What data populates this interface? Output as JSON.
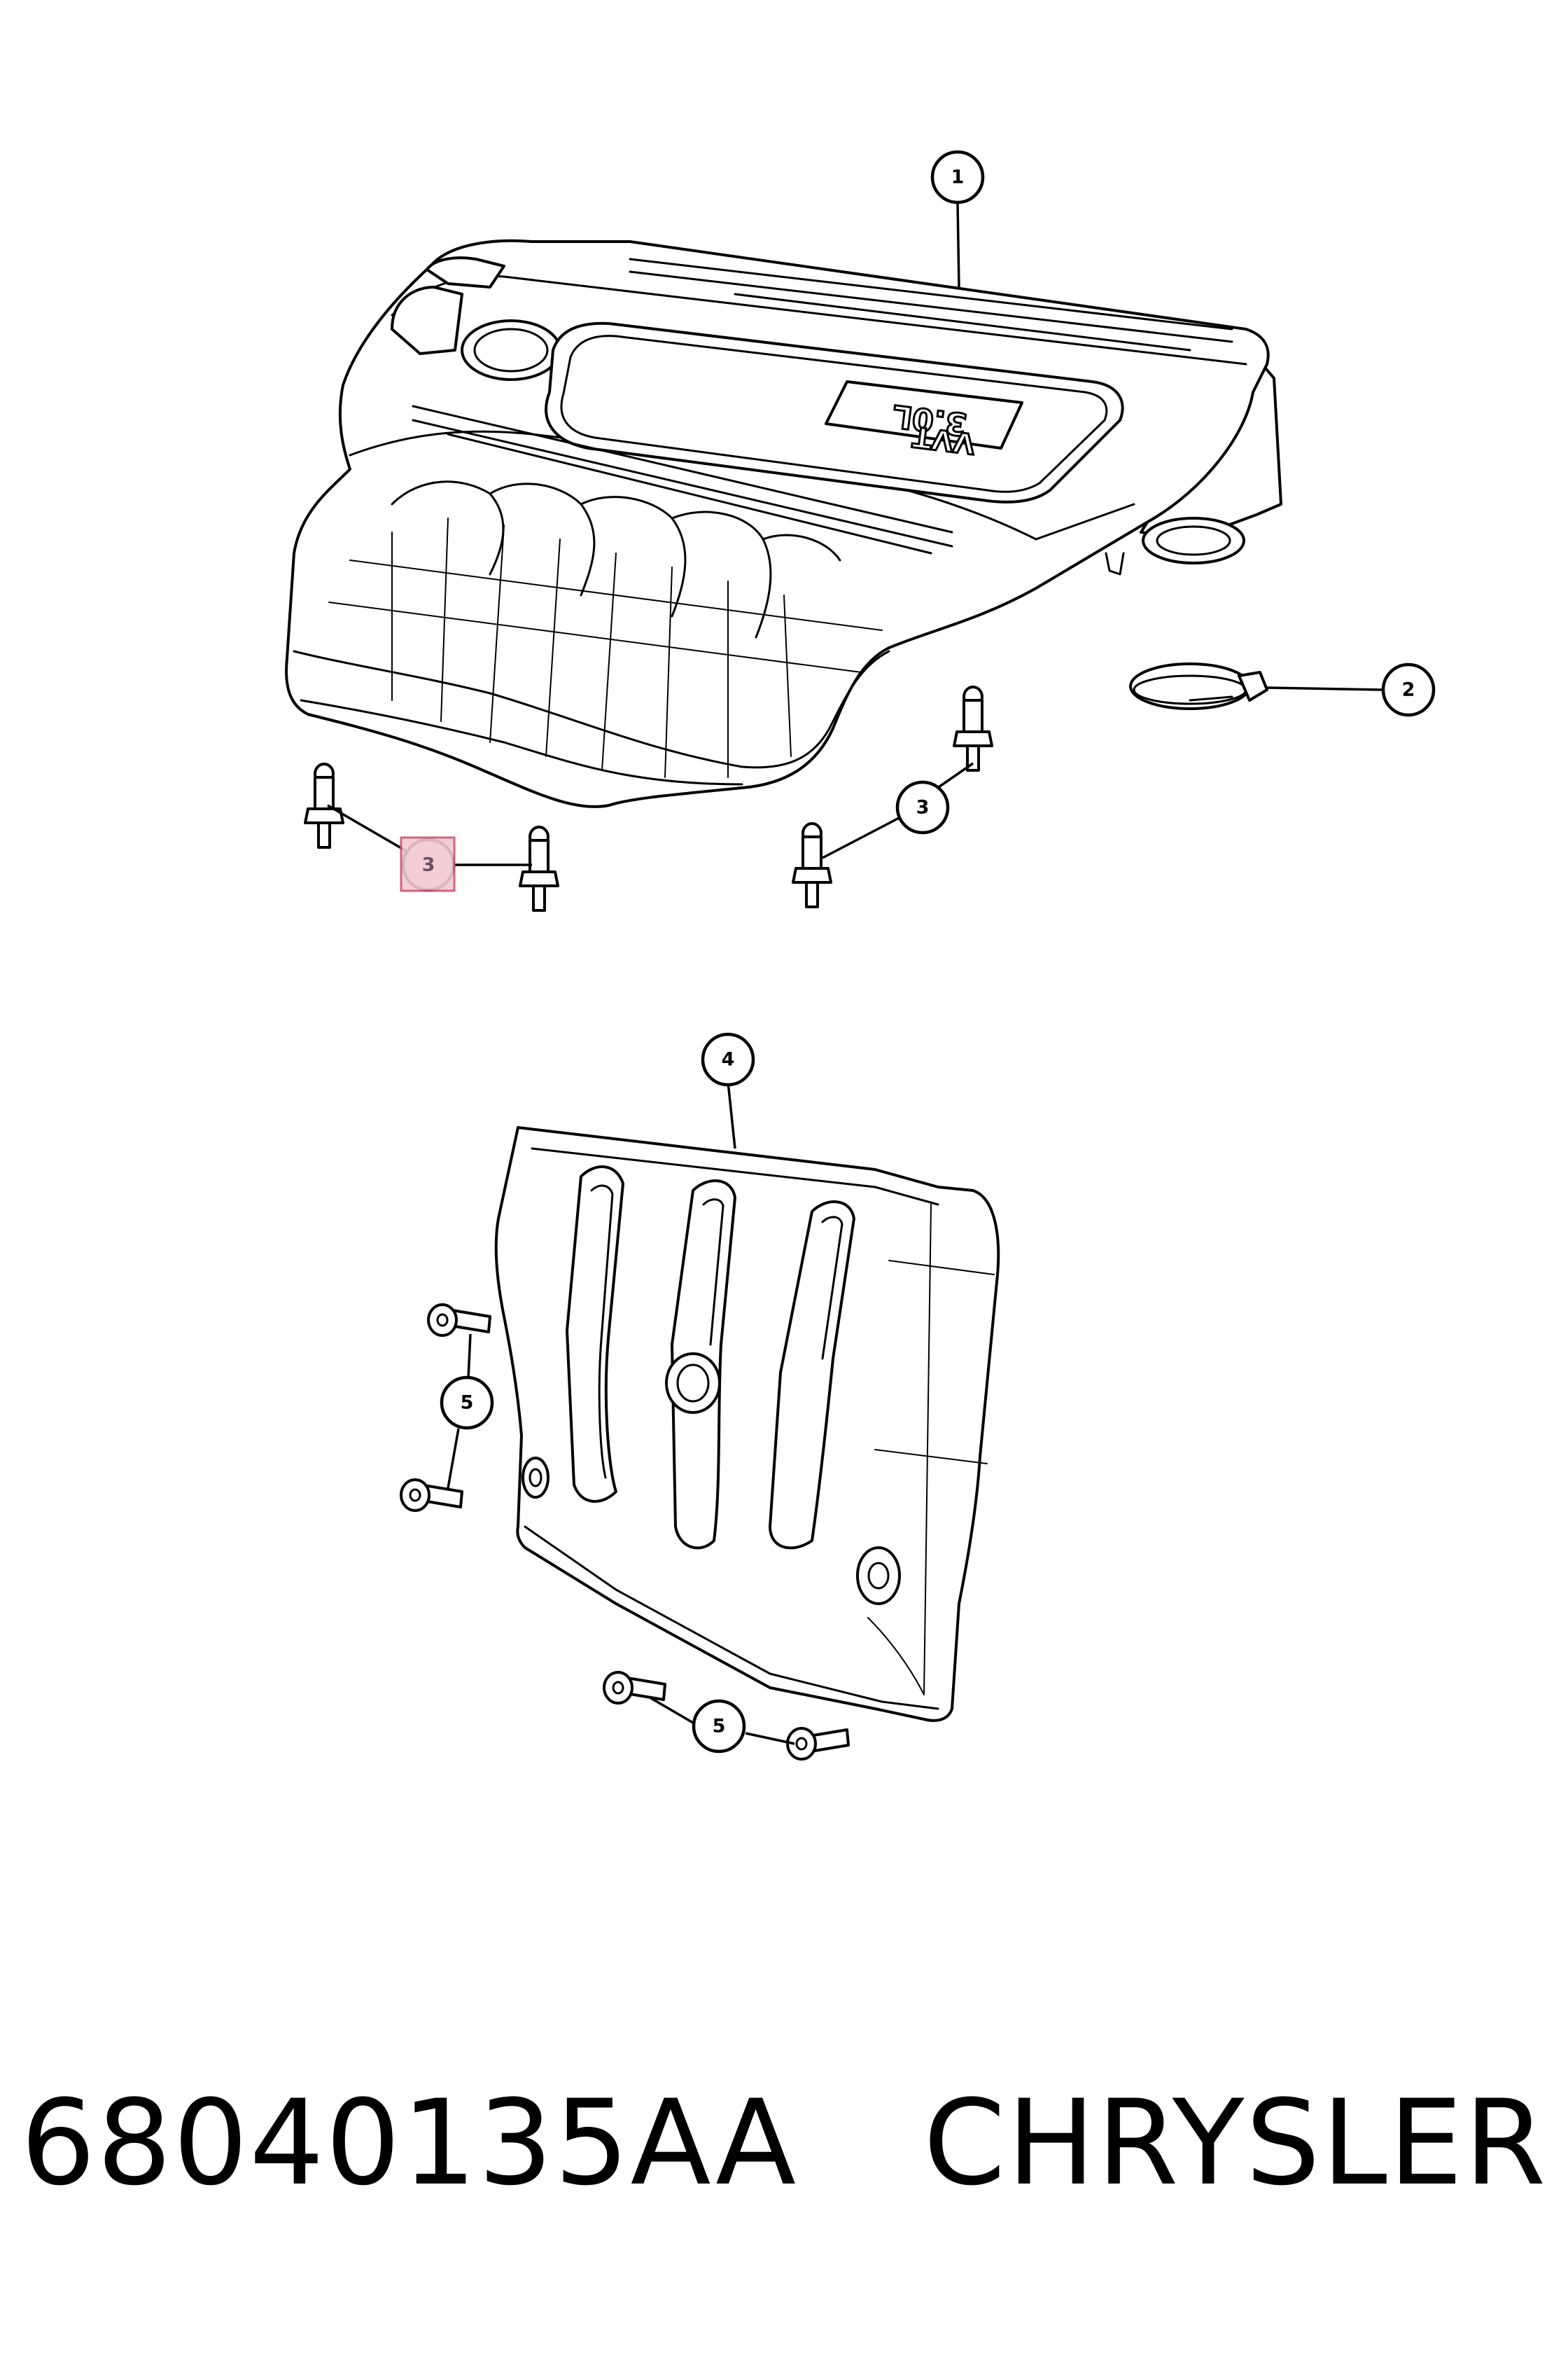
{
  "callouts": {
    "c1": "1",
    "c2": "2",
    "c3_right": "3",
    "c3_left_highlighted": "3",
    "c4": "4",
    "c5_upper": "5",
    "c5_lower": "5"
  },
  "engine_badge": {
    "line1": "3.0L",
    "line2": "VVT"
  },
  "highlight_color": "#f3c9d2",
  "footer": {
    "part_number": "68040135AA",
    "brand": "CHRYSLER"
  }
}
